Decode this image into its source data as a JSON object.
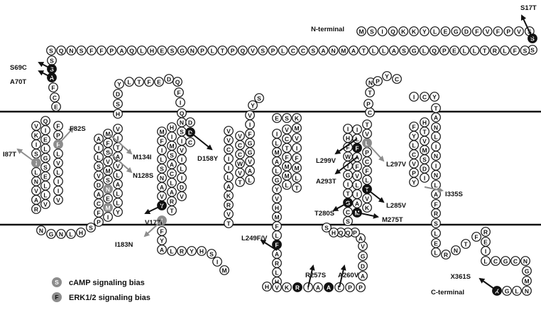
{
  "labels": {
    "n_terminal": "N-terminal",
    "c_terminal": "C-terminal"
  },
  "legend": [
    {
      "glyph": "S",
      "label": "cAMP signaling bias",
      "color": "#8c8c8c"
    },
    {
      "glyph": "F",
      "label": "ERK1/2 signaling bias",
      "color": "#8c8c8c"
    }
  ],
  "colors": {
    "mutation_black": "#111111",
    "bias_grey": "#8c8c8c",
    "membrane": "#111111"
  },
  "segments": [
    {
      "name": "n-terminal-row",
      "residues": "MSIQKKYLEGDFVFPVS"
    },
    {
      "name": "n-term-descender",
      "residues": "SS"
    },
    {
      "name": "n-terminal-long-row",
      "residues": "SQNSFFPAQLHESGNPLTPQVSPLCCSANMATLLASGLQPELLTRLFS"
    },
    {
      "name": "n-term-left-descender",
      "residues": "SSAFCE"
    },
    {
      "name": "tm1-col-a",
      "residues": "FPFLVLIIV"
    },
    {
      "name": "tm1-col-b",
      "residues": "QIELGSELLV"
    },
    {
      "name": "tm1-col-c",
      "residues": "VKISILNVAR"
    },
    {
      "name": "icl1",
      "residues": "NGNLHS"
    },
    {
      "name": "tm2-col-a",
      "residues": "PFCADVSLIA"
    },
    {
      "name": "tm2-col-b",
      "residues": "MFSVMSNEMI"
    },
    {
      "name": "tm2-col-c",
      "residues": "YLLALVATIV"
    },
    {
      "name": "ecl1",
      "residues": "HSDYLTFEDQFIQ"
    },
    {
      "name": "tm3-col-a",
      "residues": "NSIVILIDV"
    },
    {
      "name": "tm3-col-b",
      "residues": "TRALCASMIH"
    },
    {
      "name": "tm3-col-c",
      "residues": "MFILSNAVY"
    },
    {
      "name": "tm3-extra",
      "residues": "DDC"
    },
    {
      "name": "icl2",
      "residues": "IFYALRYHSIM"
    },
    {
      "name": "tm4-col-a",
      "residues": "TVRKALIICVV"
    },
    {
      "name": "tm4-col-b",
      "residues": "TVWCCV"
    },
    {
      "name": "tm4-col-c",
      "residues": "LAVGGFIVYS"
    },
    {
      "name": "tm5-col-a",
      "residues": "ESKMVIFMLT"
    },
    {
      "name": "tm5-col-b",
      "residues": "VCTFMML"
    },
    {
      "name": "tm5-col-c",
      "residues": "ILMALGYVHMFLFARLH"
    },
    {
      "name": "icl3",
      "residues": "HVKRIAALPPADGVAPQQHS"
    },
    {
      "name": "tm6-col-a",
      "residues": "SCGTIGIWFHI"
    },
    {
      "name": "tm6-col-b",
      "residues": "MAILVFAFLI"
    },
    {
      "name": "tm6-col-c",
      "residues": "KVTLFCPLVTCPTNPYC"
    },
    {
      "name": "ecl3",
      "residues": "ICYTANLININLAFRS"
    },
    {
      "name": "tm7-col-a",
      "residues": "FYLCVPY"
    },
    {
      "name": "tm7-col-b",
      "residues": "HTVMSDI"
    },
    {
      "name": "c-tail",
      "residues": "LELRNTFREILCGCNGMNLGX"
    }
  ],
  "mutations": [
    {
      "label": "S17T",
      "residue": "S",
      "type": "black"
    },
    {
      "label": "S69C",
      "residue": "S",
      "type": "black"
    },
    {
      "label": "A70T",
      "residue": "A",
      "type": "black"
    },
    {
      "label": "F82S",
      "residue": "F",
      "type": "grey"
    },
    {
      "label": "I87T",
      "residue": "I",
      "type": "grey"
    },
    {
      "label": "M134I",
      "residue": "M",
      "type": "grey"
    },
    {
      "label": "N128S",
      "residue": "N",
      "type": "grey"
    },
    {
      "label": "D158Y",
      "residue": "D",
      "type": "black"
    },
    {
      "label": "V177I",
      "residue": "V",
      "type": "black"
    },
    {
      "label": "I183N",
      "residue": "I",
      "type": "grey"
    },
    {
      "label": "L249F/V",
      "residue": "L",
      "type": "black"
    },
    {
      "label": "R257S",
      "residue": "R",
      "type": "black"
    },
    {
      "label": "A260V",
      "residue": "A",
      "type": "black"
    },
    {
      "label": "M275T",
      "residue": "M",
      "type": "black"
    },
    {
      "label": "T280S",
      "residue": "T",
      "type": "black"
    },
    {
      "label": "L285V",
      "residue": "L",
      "type": "black"
    },
    {
      "label": "A293T",
      "residue": "A",
      "type": "black"
    },
    {
      "label": "L299V",
      "residue": "L",
      "type": "black"
    },
    {
      "label": "L297V",
      "residue": "L",
      "type": "grey"
    },
    {
      "label": "I335S",
      "residue": "I",
      "type": "grey"
    },
    {
      "label": "X361S",
      "residue": "X",
      "type": "black"
    }
  ]
}
